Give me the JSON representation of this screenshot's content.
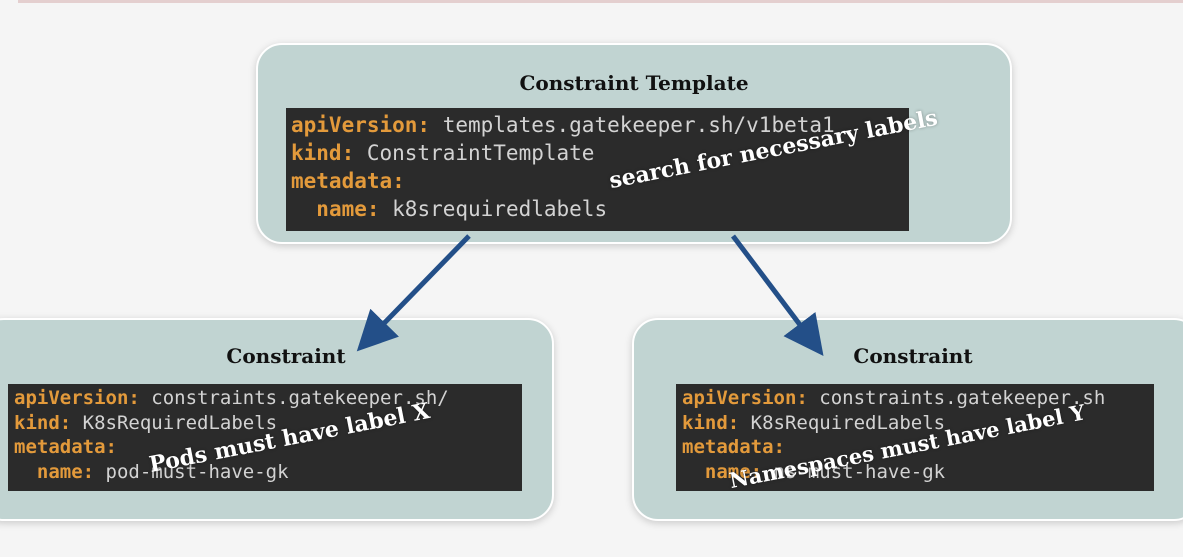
{
  "template_card": {
    "title": "Constraint Template",
    "lines": [
      {
        "key": "apiVersion:",
        "value": " templates.gatekeeper.sh/v1beta1",
        "indent": ""
      },
      {
        "key": "kind:",
        "value": " ConstraintTemplate",
        "indent": ""
      },
      {
        "key": "metadata:",
        "value": "",
        "indent": ""
      },
      {
        "key": "name:",
        "value": " k8srequiredlabels",
        "indent": "  "
      }
    ],
    "overlay": "search for necessary labels"
  },
  "pods_card": {
    "title": "Constraint",
    "lines": [
      {
        "key": "apiVersion:",
        "value": " constraints.gatekeeper.sh/",
        "indent": ""
      },
      {
        "key": "kind:",
        "value": " K8sRequiredLabels",
        "indent": ""
      },
      {
        "key": "metadata:",
        "value": "",
        "indent": ""
      },
      {
        "key": "name:",
        "value": " pod-must-have-gk",
        "indent": "  "
      }
    ],
    "overlay": "Pods must have label X"
  },
  "namespaces_card": {
    "title": "Constraint",
    "lines": [
      {
        "key": "apiVersion:",
        "value": " constraints.gatekeeper.sh",
        "indent": ""
      },
      {
        "key": "kind:",
        "value": " K8sRequiredLabels",
        "indent": ""
      },
      {
        "key": "metadata:",
        "value": "",
        "indent": ""
      },
      {
        "key": "name:",
        "value": " ns-must-have-gk",
        "indent": "  "
      }
    ],
    "overlay": "Namespaces must have label Y"
  },
  "colors": {
    "card": "#c1d4d2",
    "code_bg": "#2b2b2b",
    "code_key": "#e39a3b",
    "code_text": "#d3d3d3",
    "arrow": "#234f88"
  }
}
